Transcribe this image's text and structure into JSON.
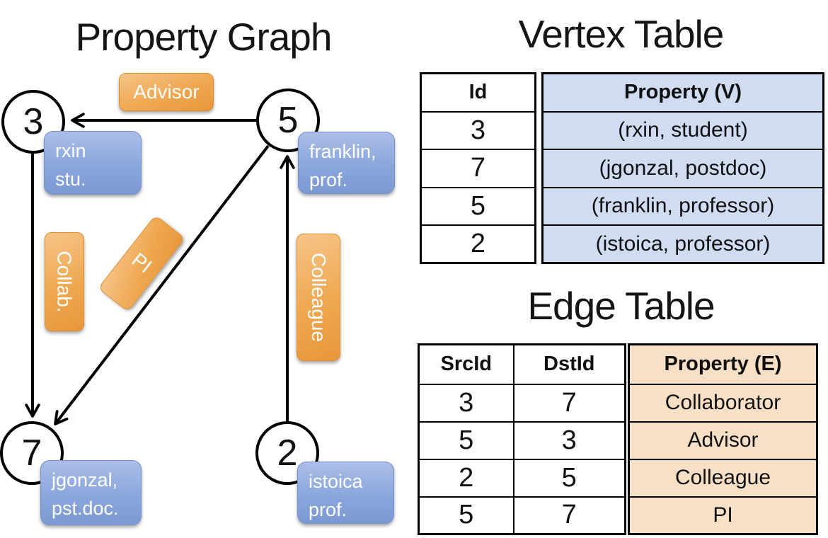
{
  "titles": {
    "graph": "Property Graph",
    "vertex_table": "Vertex Table",
    "edge_table": "Edge Table"
  },
  "graph": {
    "nodes": [
      {
        "id": "3",
        "props": [
          "rxin",
          "stu."
        ]
      },
      {
        "id": "5",
        "props": [
          "franklin,",
          "prof."
        ]
      },
      {
        "id": "7",
        "props": [
          "jgonzal,",
          "pst.doc."
        ]
      },
      {
        "id": "2",
        "props": [
          "istoica",
          "prof."
        ]
      }
    ],
    "edge_labels": {
      "advisor": "Advisor",
      "collab": "Collab.",
      "pi": "PI",
      "colleague": "Colleague"
    },
    "edges": [
      {
        "src": "5",
        "dst": "3",
        "label": "Advisor"
      },
      {
        "src": "3",
        "dst": "7",
        "label": "Collab."
      },
      {
        "src": "5",
        "dst": "7",
        "label": "PI"
      },
      {
        "src": "2",
        "dst": "5",
        "label": "Colleague"
      }
    ]
  },
  "vertex_table": {
    "headers": {
      "id": "Id",
      "property": "Property (V)"
    },
    "rows": [
      [
        "3",
        "(rxin, student)"
      ],
      [
        "7",
        "(jgonzal, postdoc)"
      ],
      [
        "5",
        "(franklin, professor)"
      ],
      [
        "2",
        "(istoica, professor)"
      ]
    ]
  },
  "edge_table": {
    "headers": {
      "src": "SrcId",
      "dst": "DstId",
      "property": "Property (E)"
    },
    "rows": [
      [
        "3",
        "7",
        "Collaborator"
      ],
      [
        "5",
        "3",
        "Advisor"
      ],
      [
        "2",
        "5",
        "Colleague"
      ],
      [
        "5",
        "7",
        "PI"
      ]
    ]
  },
  "colors": {
    "orange_label": "#efa851",
    "blue_property": "#8aa6dc",
    "vertex_property_fill": "#cfdcf1",
    "edge_property_fill": "#f7e0c5",
    "edge_line": "#000000"
  }
}
